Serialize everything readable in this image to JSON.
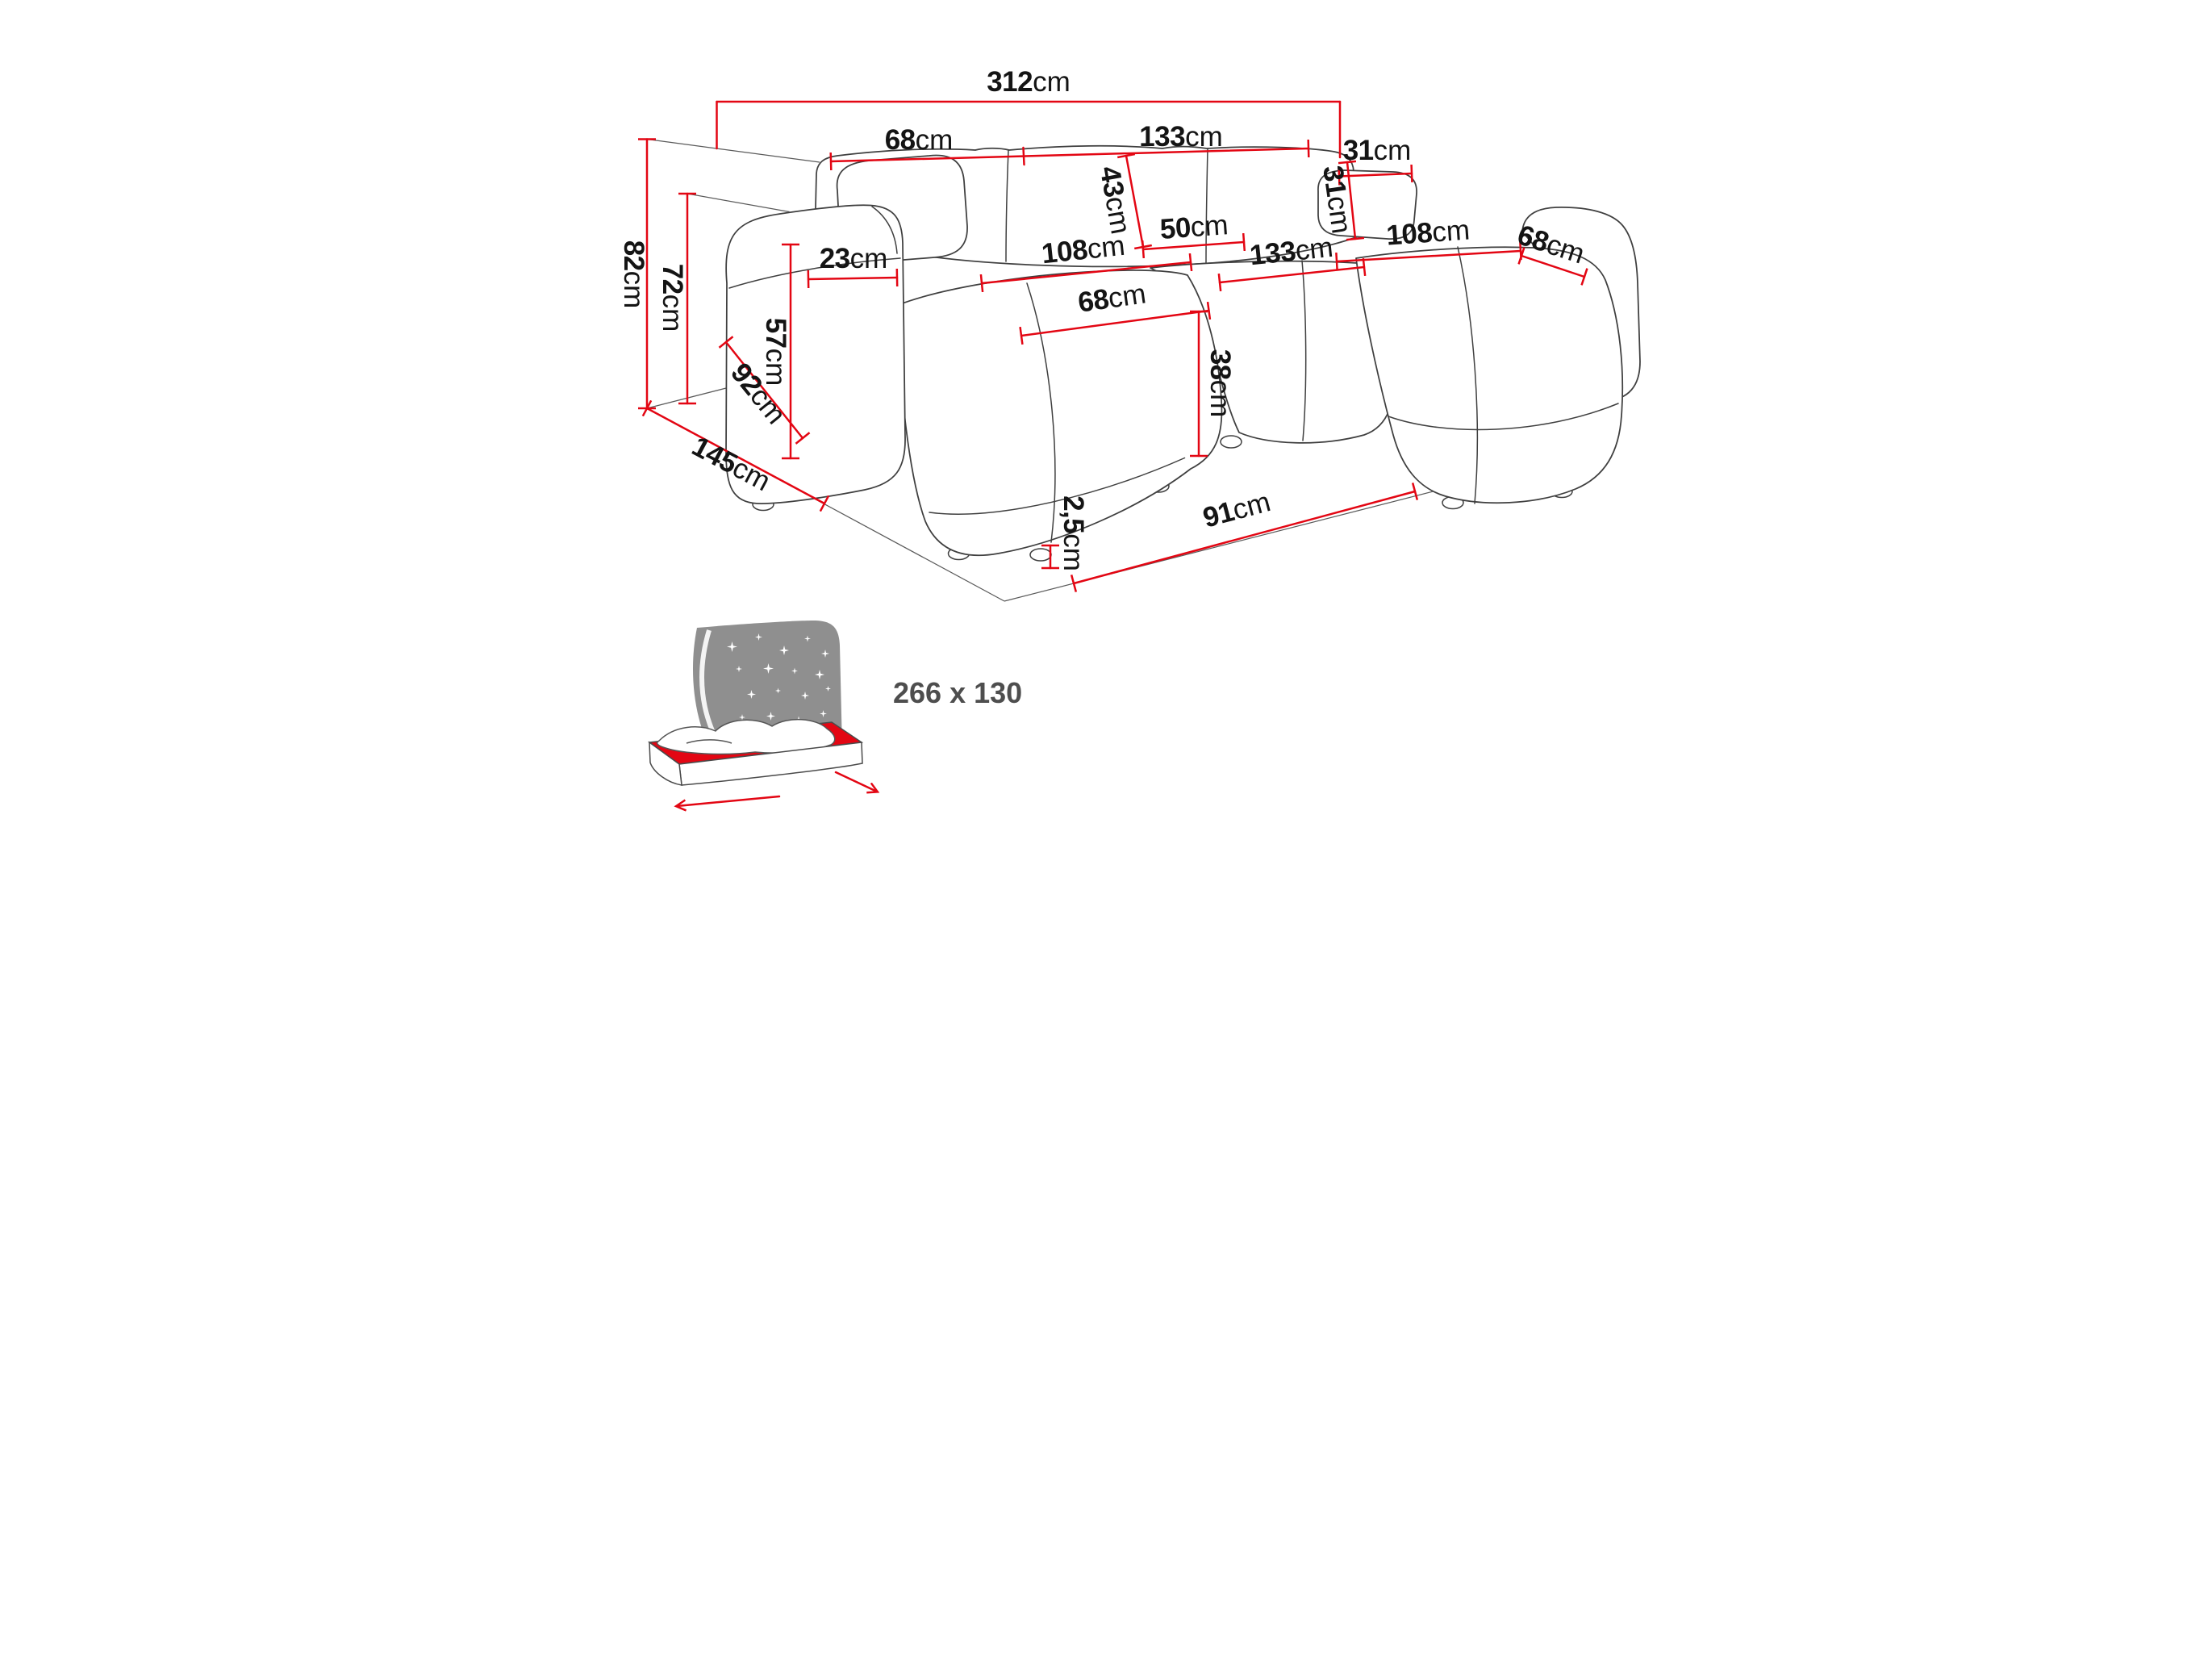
{
  "diagram": {
    "colors": {
      "dimension_line": "#e30613",
      "sofa_outline": "#3f3f3f",
      "label_text": "#141414",
      "icon_gray": "#8f8f8f",
      "icon_red": "#e30613",
      "sleeping_label_text": "#4e4e4e"
    },
    "dimensions": {
      "total_width": {
        "value": "312",
        "unit": "cm"
      },
      "back_cushion_left_width": {
        "value": "68",
        "unit": "cm"
      },
      "back_cushion_mid_width": {
        "value": "133",
        "unit": "cm"
      },
      "back_pillow_width": {
        "value": "31",
        "unit": "cm"
      },
      "back_cushion_height": {
        "value": "43",
        "unit": "cm"
      },
      "back_pillow_height": {
        "value": "31",
        "unit": "cm"
      },
      "seat_depth_mid": {
        "value": "50",
        "unit": "cm"
      },
      "chaise_right_length": {
        "value": "108",
        "unit": "cm"
      },
      "chaise_right_width": {
        "value": "68",
        "unit": "cm"
      },
      "seat_mid_width": {
        "value": "133",
        "unit": "cm"
      },
      "chaise_left_length": {
        "value": "108",
        "unit": "cm"
      },
      "chaise_left_width": {
        "value": "68",
        "unit": "cm"
      },
      "armrest_width": {
        "value": "23",
        "unit": "cm"
      },
      "armrest_height": {
        "value": "57",
        "unit": "cm"
      },
      "armrest_depth": {
        "value": "92",
        "unit": "cm"
      },
      "total_height": {
        "value": "82",
        "unit": "cm"
      },
      "armrest_top_height": {
        "value": "72",
        "unit": "cm"
      },
      "total_depth": {
        "value": "145",
        "unit": "cm"
      },
      "seat_height": {
        "value": "38",
        "unit": "cm"
      },
      "leg_height": {
        "value": "2,5",
        "unit": "cm"
      },
      "base_depth": {
        "value": "91",
        "unit": "cm"
      }
    },
    "sleeping_area": {
      "label": "266 x 130"
    }
  }
}
